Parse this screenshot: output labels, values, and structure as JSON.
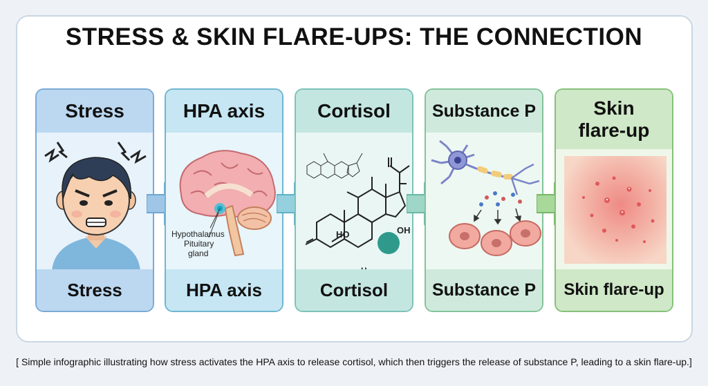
{
  "title": "STRESS & SKIN FLARE-UPS: THE CONNECTION",
  "steps": [
    {
      "header": "Stress",
      "footer": "Stress"
    },
    {
      "header": "HPA axis",
      "footer": "HPA axis"
    },
    {
      "header": "Cortisol",
      "footer": "Cortisol"
    },
    {
      "header": "Substance P",
      "footer": "Substance P"
    },
    {
      "header": "Skin\nflare-up",
      "footer": "Skin flare-up"
    }
  ],
  "labels": {
    "hypothalamus": "Hypothalamus",
    "pituitary": "Pituitary",
    "gland": "gland",
    "chem_ho": "HO",
    "chem_oh": "OH",
    "chem_h": "H",
    "chem_o": "O",
    "chem_female": "♀"
  },
  "caption": "[ Simple infographic illustrating how stress activates the HPA axis to release cortisol, which then triggers the release of substance P, leading to a skin flare-up.]",
  "colors": {
    "stress": "#bcd8f0",
    "stress_border": "#7aaad6",
    "hpa": "#c5e6f2",
    "hpa_border": "#6fb6d0",
    "cortisol": "#c4e6e0",
    "cortisol_border": "#7cc2b8",
    "substance": "#cfeadc",
    "substance_border": "#83c39a",
    "skin": "#cfe8c7",
    "skin_border": "#86c07a"
  }
}
